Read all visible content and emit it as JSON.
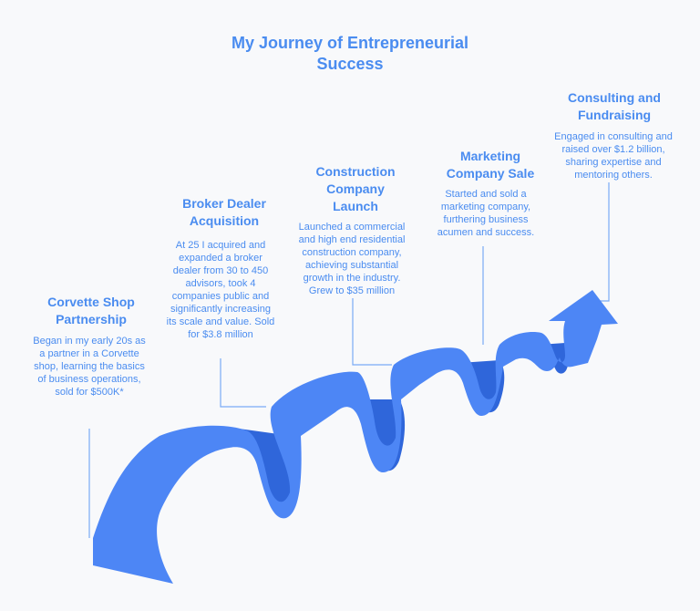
{
  "title": "My Journey of Entrepreneurial Success",
  "colors": {
    "accent": "#4a8cf0",
    "ribbon": "#4d86f5",
    "ribbon_dark": "#2f66da",
    "connector": "#7aaaf5",
    "background": "#f8f9fb"
  },
  "milestones": [
    {
      "title": "Corvette Shop Partnership",
      "description": "Began in my early 20s as a partner in a Corvette shop, learning the basics of business operations, sold for $500K*"
    },
    {
      "title": "Broker Dealer Acquisition",
      "description": "At 25 I acquired and expanded a broker dealer from 30 to 450 advisors, took 4 companies public and significantly increasing its scale and value. Sold for $3.8 million"
    },
    {
      "title": "Construction Company Launch",
      "description": "Launched a commercial and high end residential construction company, achieving substantial growth in the industry. Grew to $35 million"
    },
    {
      "title": "Marketing Company Sale",
      "description": "Started and sold a marketing company, furthering business acumen and success."
    },
    {
      "title": "Consulting and Fundraising",
      "description": "Engaged in consulting and raised over $1.2 billion, sharing expertise and mentoring others."
    }
  ]
}
